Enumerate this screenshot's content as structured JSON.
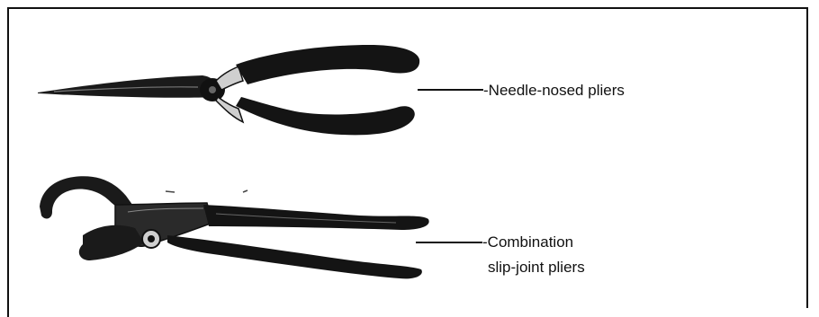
{
  "labels": {
    "needle_nosed": "-Needle-nosed pliers",
    "combination_line1": "-Combination",
    "combination_line2": "slip-joint pliers"
  },
  "icons": [
    "needle-nosed-pliers-icon",
    "slip-joint-pliers-icon"
  ],
  "colors": {
    "ink": "#111111",
    "background": "#ffffff"
  }
}
